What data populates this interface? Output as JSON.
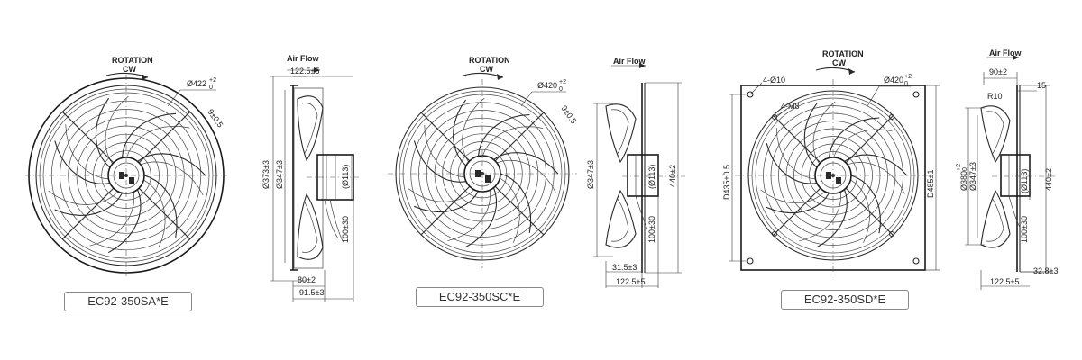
{
  "fans": [
    {
      "model": "EC92-350SA*E",
      "front": {
        "rotation_title": "ROTATION",
        "rotation_dir": "CW",
        "diameter": "Ø422",
        "diameter_tol_up": "+2",
        "diameter_tol_dn": "0",
        "hole": "9±0.5"
      },
      "side": {
        "air_flow": "Air Flow",
        "top_dim": "122.5±5",
        "dim_a": "Ø373±3",
        "dim_b": "Ø347±3",
        "dim_c": "(Ø113)",
        "dim_d": "100±30",
        "bottom_1": "80±2",
        "bottom_2": "91.5±3"
      }
    },
    {
      "model": "EC92-350SC*E",
      "front": {
        "rotation_title": "ROTATION",
        "rotation_dir": "CW",
        "diameter": "Ø420",
        "diameter_tol_up": "+2",
        "diameter_tol_dn": "0",
        "hole": "9±0.5"
      },
      "side": {
        "air_flow": "Air Flow",
        "dim_a": "Ø347±3",
        "dim_b": "440±2",
        "dim_c": "(Ø113)",
        "dim_d": "100±30",
        "bottom_1": "31.5±3",
        "bottom_2": "122.5±5"
      }
    },
    {
      "model": "EC92-350SD*E",
      "front": {
        "rotation_title": "ROTATION",
        "rotation_dir": "CW",
        "diameter": "Ø420",
        "diameter_tol_up": "+2",
        "diameter_tol_dn": "0",
        "holes_outer": "4-Ø10",
        "holes_inner": "4-M8",
        "dim_left": "D435±0.5",
        "dim_right": "D485±1"
      },
      "side": {
        "air_flow": "Air Flow",
        "top_dim": "90±2",
        "r": "R10",
        "fifteen": "15",
        "dim_a": "Ø380",
        "dim_a_tol_up": "+2",
        "dim_a_tol_dn": "0",
        "dim_b": "Ø347±3",
        "dim_c": "(Ø113)",
        "dim_d": "100±30",
        "dim_e": "440±2",
        "bottom_1": "32.8±3",
        "bottom_2": "122.5±5"
      }
    }
  ]
}
